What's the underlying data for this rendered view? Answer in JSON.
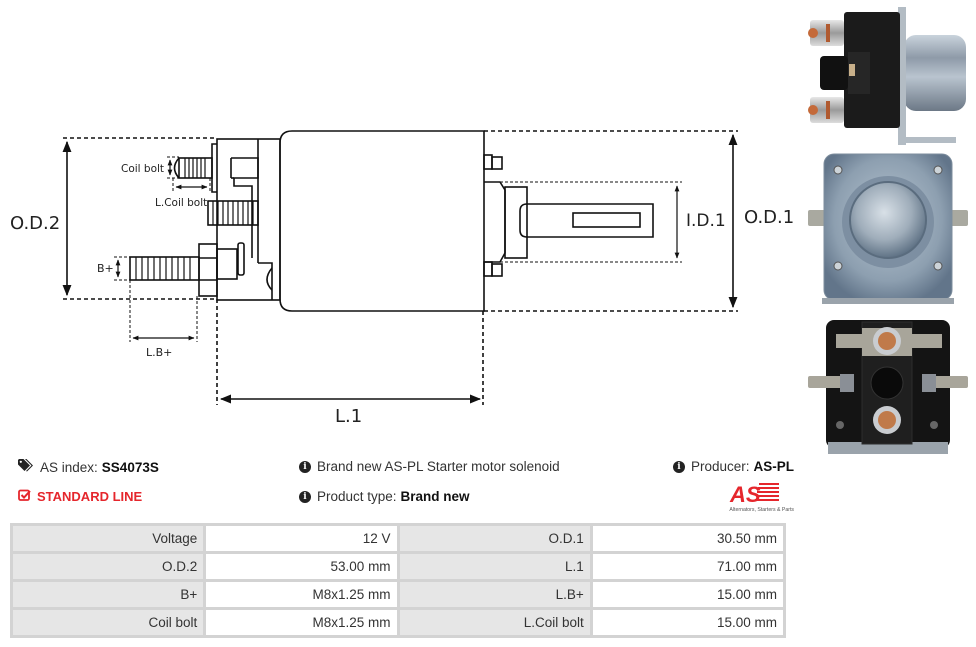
{
  "drawing": {
    "labels": {
      "od2": "O.D.2",
      "od1": "O.D.1",
      "id1": "I.D.1",
      "l1": "L.1",
      "lbplus": "L.B+",
      "bplus": "B+",
      "coil_bolt": "Coil bolt",
      "l_coil_bolt": "L.Coil bolt"
    }
  },
  "photos": {
    "side": "Starter solenoid side view",
    "front": "Starter solenoid front view",
    "back": "Starter solenoid terminal view"
  },
  "info": {
    "as_index_label": "AS index:",
    "as_index_value": "SS4073S",
    "line_label": "STANDARD LINE",
    "description": "Brand new AS-PL Starter motor solenoid",
    "product_type_label": "Product type:",
    "product_type_value": "Brand new",
    "producer_label": "Producer:",
    "producer_value": "AS-PL",
    "logo_text": "AS",
    "logo_tagline": "Alternators, Starters & Parts"
  },
  "colors": {
    "accent_red": "#e5262c"
  },
  "specs": [
    {
      "k1": "Voltage",
      "v1": "12 V",
      "k2": "O.D.1",
      "v2": "30.50 mm"
    },
    {
      "k1": "O.D.2",
      "v1": "53.00 mm",
      "k2": "L.1",
      "v2": "71.00 mm"
    },
    {
      "k1": "B+",
      "v1": "M8x1.25 mm",
      "k2": "L.B+",
      "v2": "15.00 mm"
    },
    {
      "k1": "Coil bolt",
      "v1": "M8x1.25 mm",
      "k2": "L.Coil bolt",
      "v2": "15.00 mm"
    }
  ]
}
